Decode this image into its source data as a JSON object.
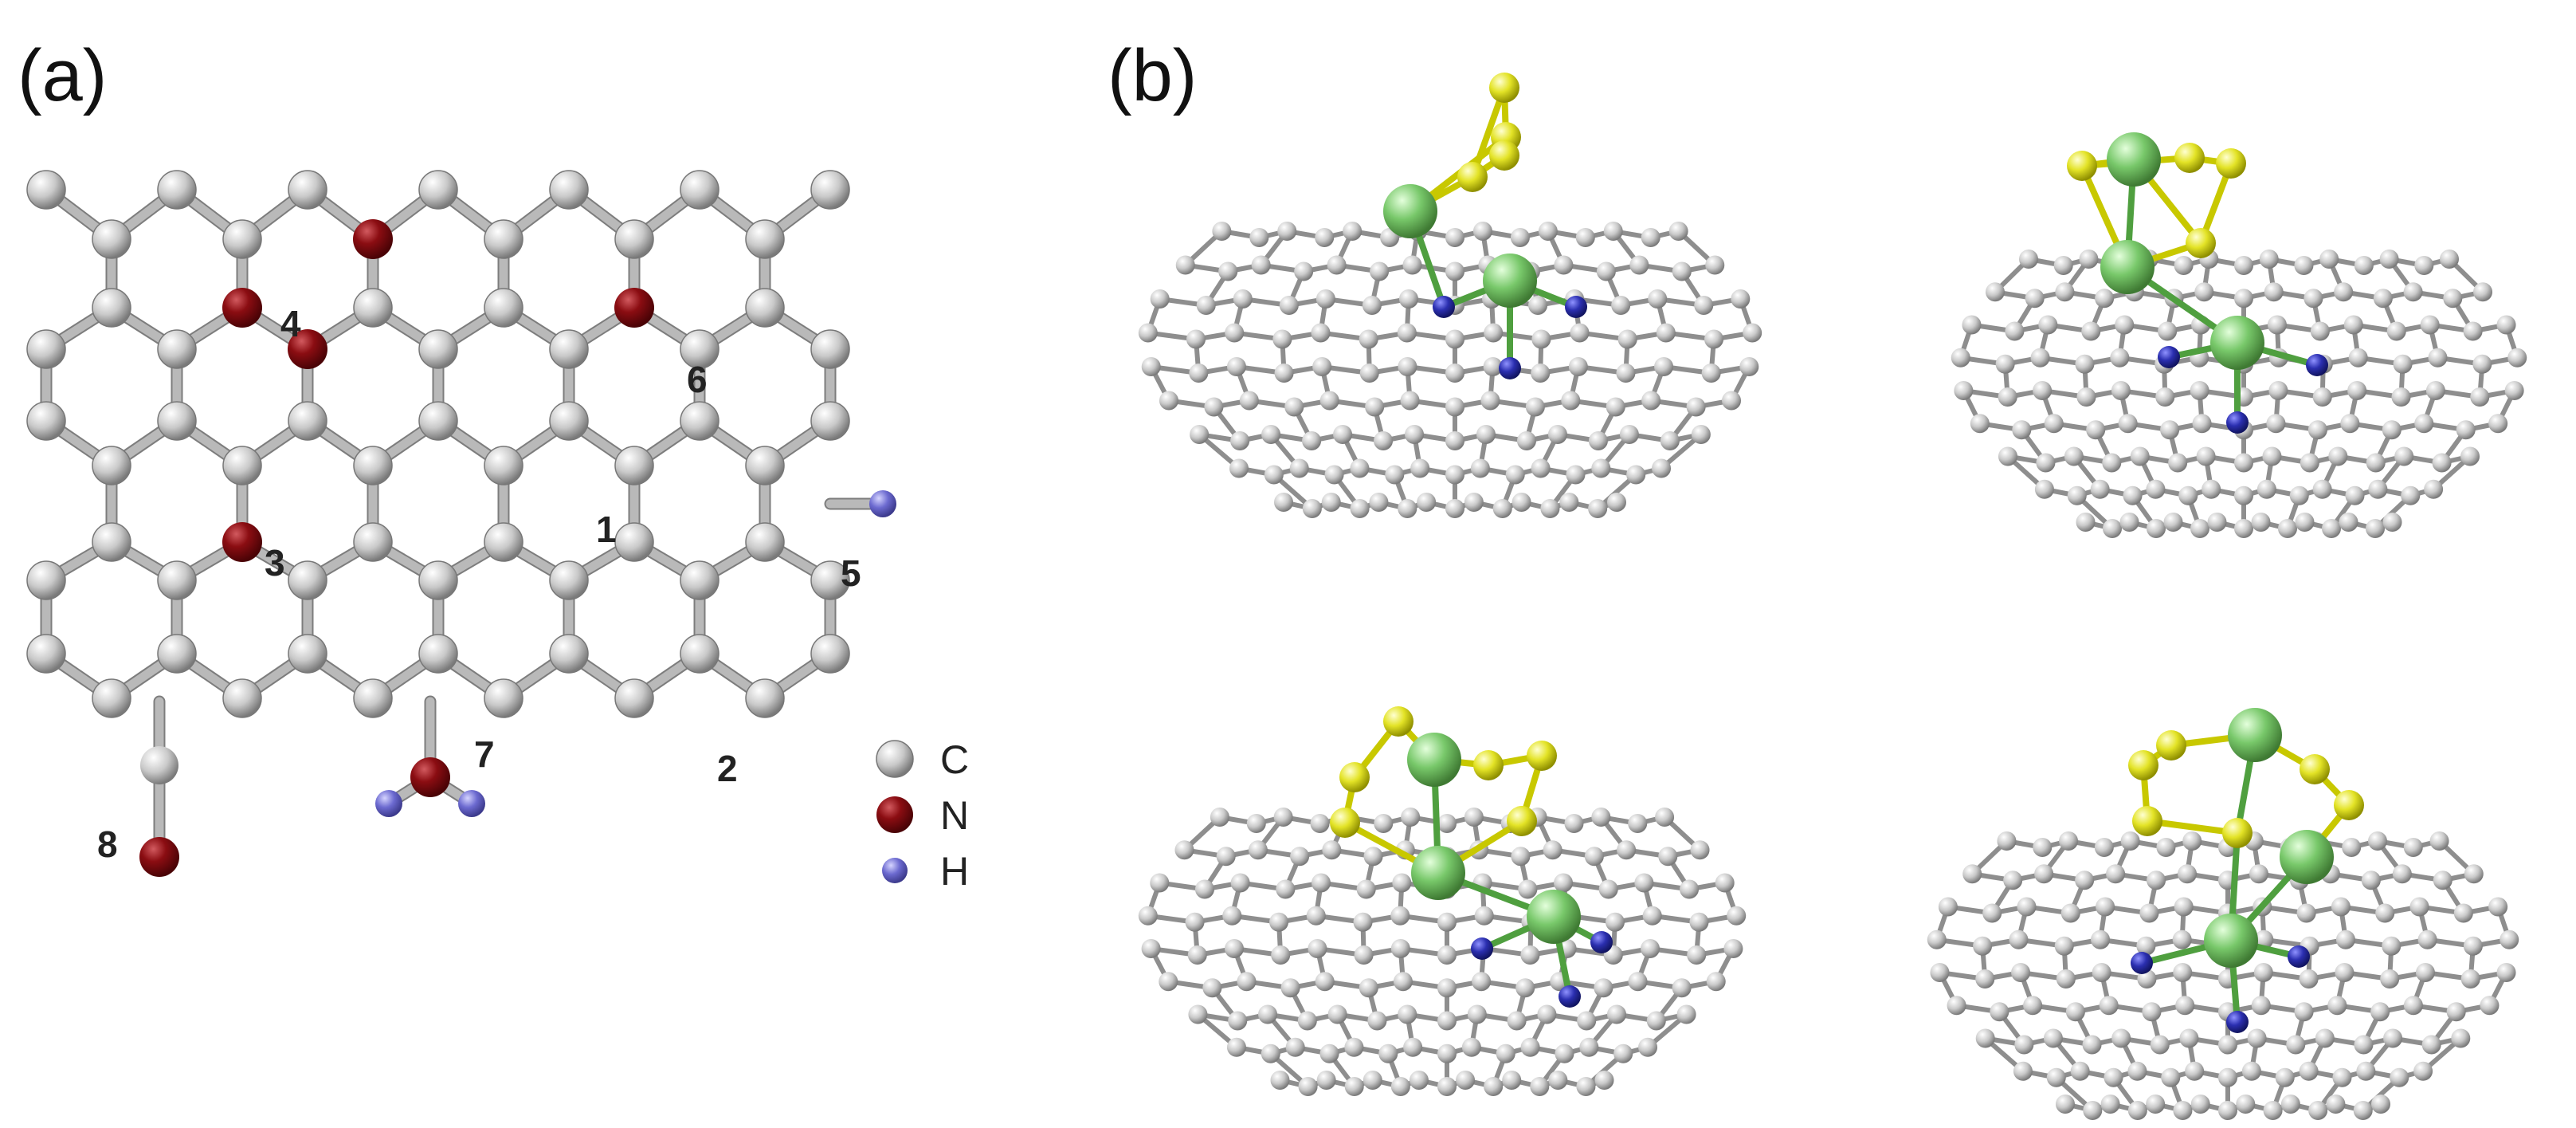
{
  "panels": [
    {
      "label": "(a)"
    },
    {
      "label": "(b)"
    }
  ],
  "site_labels": [
    "1",
    "2",
    "3",
    "4",
    "5",
    "6",
    "7",
    "8"
  ],
  "legend": [
    {
      "symbol": "C",
      "color": "#c9c9c9"
    },
    {
      "symbol": "N",
      "color": "#8b0d12"
    },
    {
      "symbol": "H",
      "color": "#6c6ad0"
    }
  ],
  "colors": {
    "carbon": "#c9c9c9",
    "nitrogen_a": "#8b0d12",
    "hydrogen": "#6c6ad0",
    "nitrogen_b": "#2b2fb0",
    "metal": "#78c86a",
    "sulfur": "#e3e326"
  }
}
